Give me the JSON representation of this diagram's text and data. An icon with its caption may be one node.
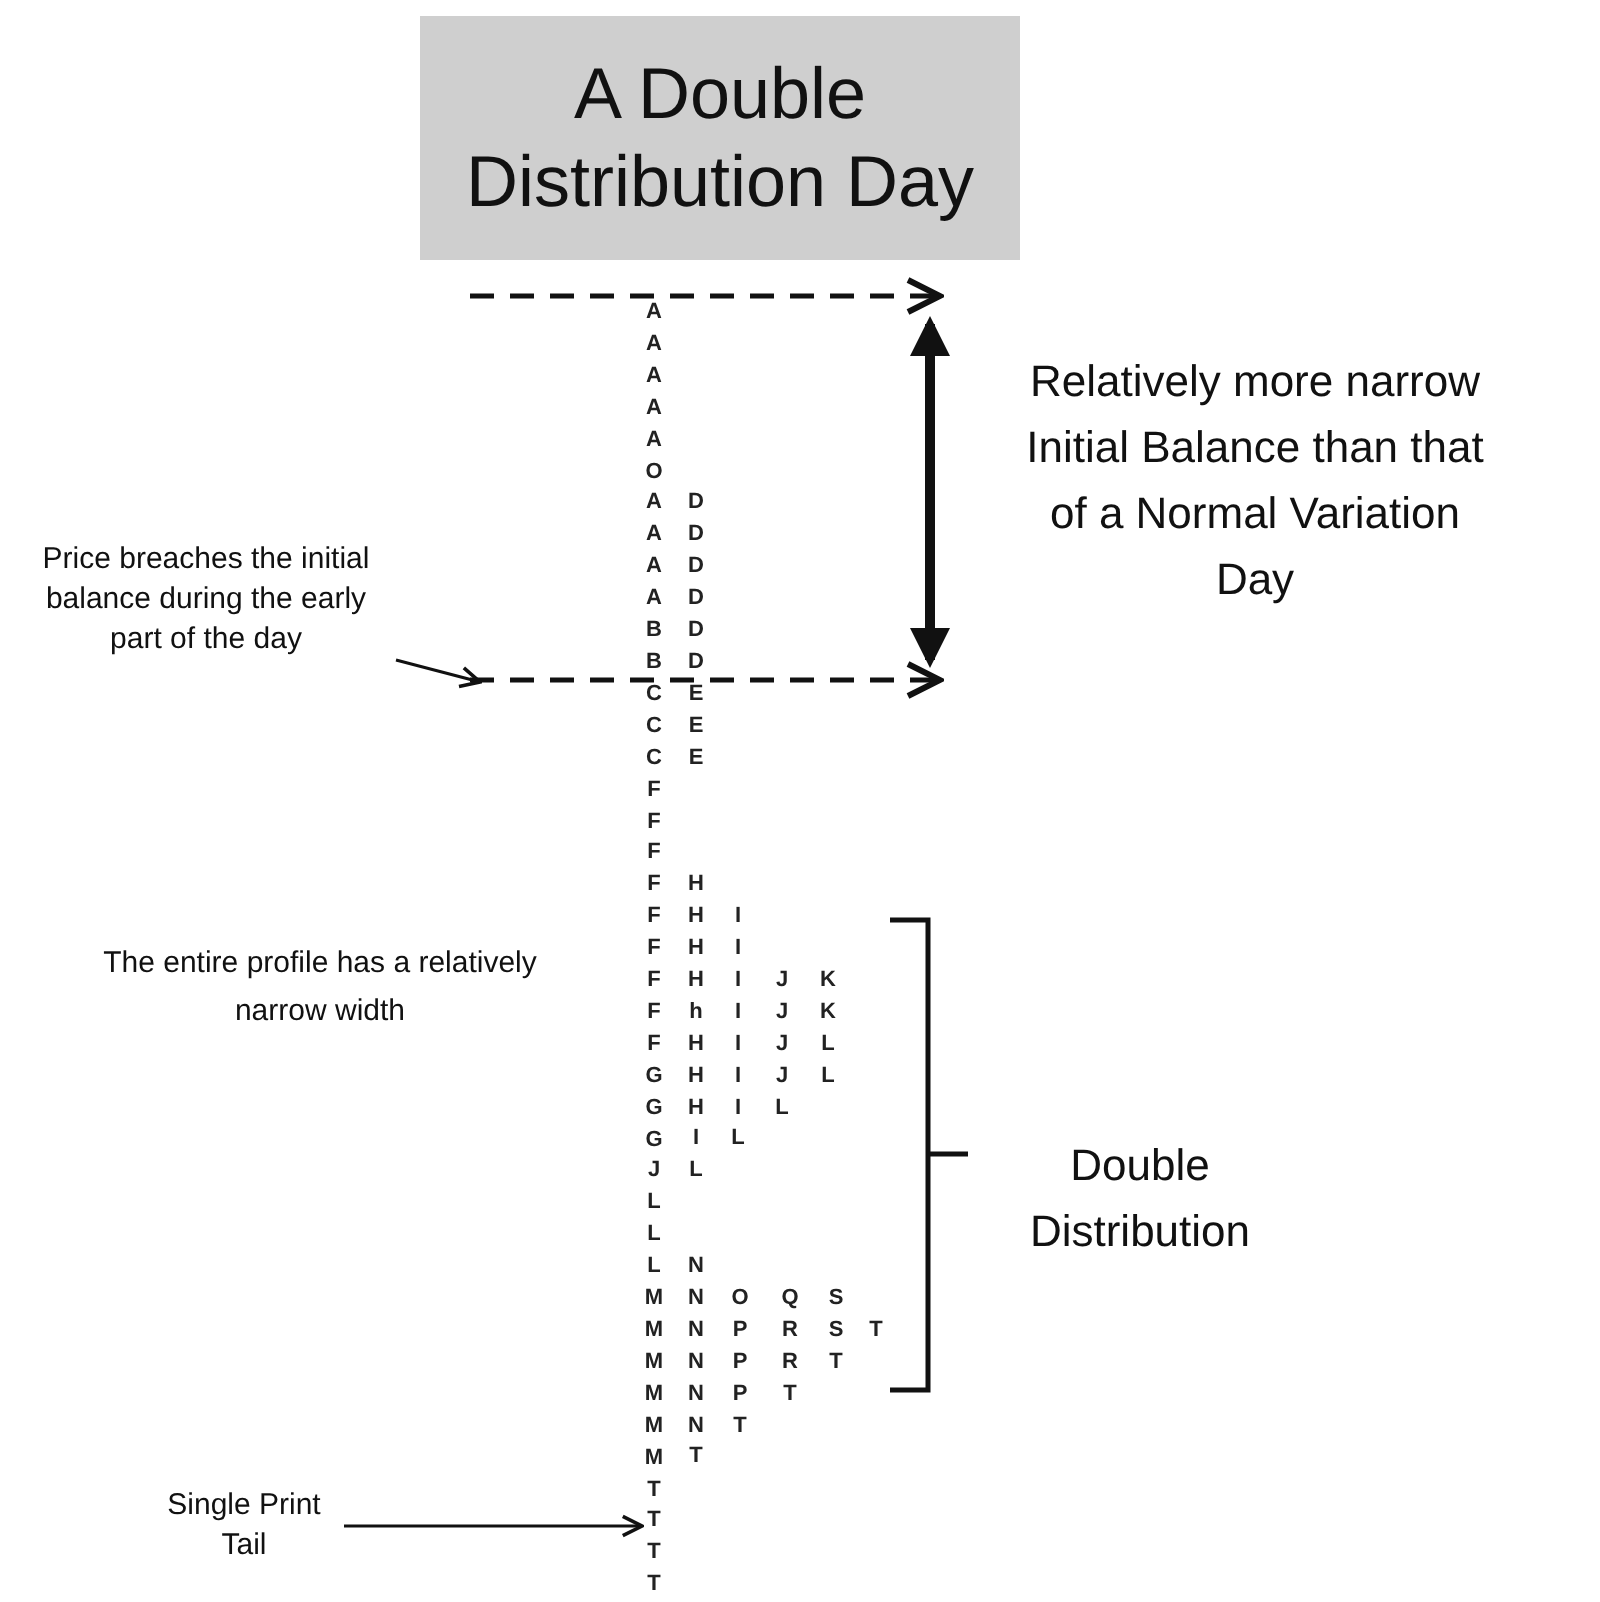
{
  "diagram": {
    "title": "A Double Distribution Day",
    "nodes": [
      {
        "text": [
          "Price breaches the initial balance during the early part of the day"
        ]
      },
      {
        "text": [
          "Single Print Tail"
        ]
      },
      {
        "text": [
          "A A A A A O A A A A B B C C C F F F F F F F F F G G G J L L L M M M M M M T T T T"
        ]
      }
    ],
    "edges": [
      {
        "from": 0,
        "to": null,
        "arrow": "to"
      },
      {
        "from": 1,
        "to": 2,
        "arrow": "to"
      }
    ],
    "labels": [
      "Relatively more narrow Initial Balance than that of a Normal Variation Day",
      "D D D D D D E E E",
      "H H H H h H H H I L",
      "I I I I I I I L",
      "J J J J L",
      "K K L L",
      "The entire profile has a relatively narrow width",
      "Double Distribution",
      "N N N N N N T",
      "O P P P T",
      "Q R R T",
      "S S T",
      "T"
    ]
  }
}
